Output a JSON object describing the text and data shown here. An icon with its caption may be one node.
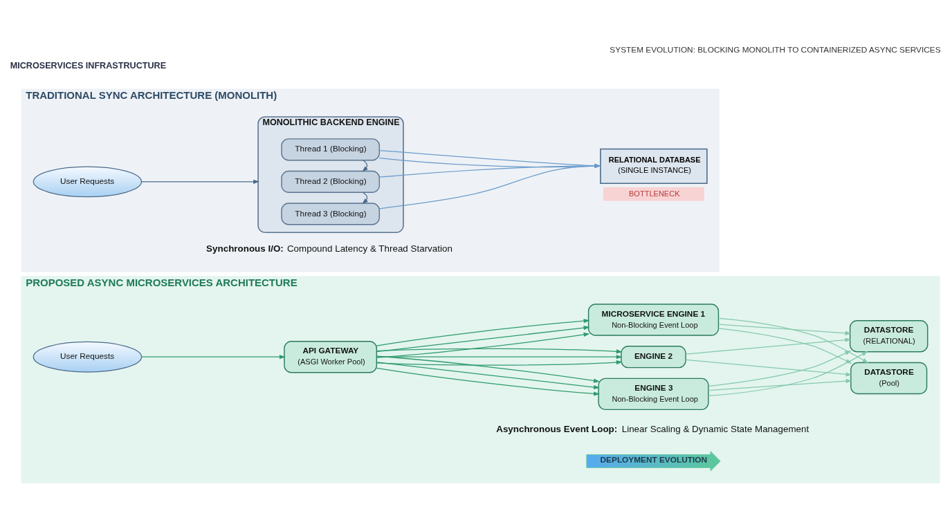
{
  "diagram": {
    "title": "SYSTEM EVOLUTION: BLOCKING MONOLITH TO CONTAINERIZED ASYNC SERVICES",
    "nodes": [
      {
        "text": [
          "TRADITIONAL SYNC ARCHITECTURE (MONOLITH)"
        ]
      },
      {
        "text": [
          "User Requests"
        ],
        "in": 0
      },
      {
        "text": [
          "MONOLITHIC BACKEND ENGINE"
        ],
        "in": 0
      },
      {
        "text": [
          "Thread 1 (Blocking)"
        ],
        "in": 2
      },
      {
        "text": [
          "Thread 2 (Blocking)"
        ],
        "in": 2
      },
      {
        "text": [
          "Thread 3 (Blocking)"
        ],
        "in": 2
      },
      {
        "text": [
          "RELATIONAL DATABASE",
          "(SINGLE INSTANCE)"
        ],
        "beside": [
          "BOTTLENECK"
        ],
        "in": 0
      },
      {
        "text": [
          "PROPOSED ASYNC MICROSERVICES ARCHITECTURE"
        ]
      },
      {
        "text": [
          "User Requests"
        ],
        "in": 7
      },
      {
        "text": [
          "API GATEWAY",
          "(ASGI Worker Pool)"
        ],
        "in": 7
      },
      {
        "text": [
          "MICROSERVICE ENGINE 1",
          "Non-Blocking Event Loop"
        ],
        "in": 7
      },
      {
        "text": [
          "ENGINE 2"
        ],
        "in": 7
      },
      {
        "text": [
          "ENGINE 3",
          "Non-Blocking Event Loop"
        ],
        "in": 7
      },
      {
        "text": [
          "DATASTORE",
          "(RELATIONAL)"
        ],
        "in": 7
      },
      {
        "text": [
          "DATASTORE",
          "(Pool)"
        ],
        "in": 7
      },
      {
        "text": [
          "DEPLOYMENT EVOLUTION"
        ],
        "in": 7
      }
    ],
    "edges": [
      {
        "from": 1,
        "to": 2,
        "arrow": "to",
        "color": "#4a6a8a"
      },
      {
        "from": 3,
        "to": 4,
        "arrow": "to",
        "color": "#4a6a8a"
      },
      {
        "from": 4,
        "to": 5,
        "arrow": "to",
        "color": "#4a6a8a"
      },
      {
        "from": 3,
        "to": 6,
        "arrow": "to",
        "color": "#6b9bcc"
      },
      {
        "from": 3,
        "to": 6,
        "arrow": "to",
        "color": "#6b9bcc"
      },
      {
        "from": 4,
        "to": 6,
        "arrow": "to",
        "color": "#6b9bcc"
      },
      {
        "from": 5,
        "to": 6,
        "arrow": "to",
        "color": "#6b9bcc"
      },
      {
        "from": 8,
        "to": 9,
        "arrow": "to"
      },
      {
        "from": 9,
        "to": 10,
        "arrow": "to"
      },
      {
        "from": 9,
        "to": 10,
        "arrow": "to"
      },
      {
        "from": 9,
        "to": 10,
        "arrow": "to"
      },
      {
        "from": 9,
        "to": 11,
        "arrow": "to"
      },
      {
        "from": 9,
        "to": 11,
        "arrow": "to"
      },
      {
        "from": 9,
        "to": 11,
        "arrow": "to"
      },
      {
        "from": 9,
        "to": 12,
        "arrow": "to"
      },
      {
        "from": 9,
        "to": 12,
        "arrow": "to"
      },
      {
        "from": 9,
        "to": 12,
        "arrow": "to"
      },
      {
        "from": 10,
        "to": 13,
        "arrow": "to",
        "color": "#86c9ad"
      },
      {
        "from": 10,
        "to": 14,
        "arrow": "to",
        "color": "#86c9ad"
      },
      {
        "from": 10,
        "to": 14,
        "arrow": "to",
        "color": "#86c9ad"
      },
      {
        "from": 11,
        "to": 13,
        "arrow": "to",
        "color": "#86c9ad"
      },
      {
        "from": 11,
        "to": 14,
        "arrow": "to",
        "color": "#86c9ad"
      },
      {
        "from": 12,
        "to": 13,
        "arrow": "to",
        "color": "#86c9ad"
      },
      {
        "from": 12,
        "to": 13,
        "arrow": "to",
        "color": "#86c9ad"
      },
      {
        "from": 12,
        "to": 14,
        "arrow": "to",
        "color": "#86c9ad"
      }
    ],
    "labels": [
      "MICROSERVICES INFRASTRUCTURE",
      "**Synchronous I/O:** Compound Latency & Thread Starvation",
      "**Asynchronous Event Loop:** Linear Scaling & Dynamic State Management"
    ]
  }
}
